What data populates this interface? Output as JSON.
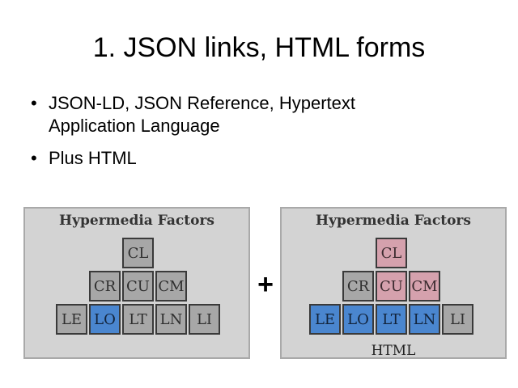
{
  "slide": {
    "title": "1. JSON links, HTML forms",
    "bullets": [
      {
        "line1": "JSON-LD, JSON Reference, Hypertext",
        "line2": "Application Language"
      },
      {
        "line1": "Plus HTML"
      }
    ]
  },
  "operator": "+",
  "panels": [
    {
      "title": "Hypermedia Factors",
      "caption": "",
      "factors": {
        "CL": {
          "label": "CL",
          "state": "gray"
        },
        "CR": {
          "label": "CR",
          "state": "gray"
        },
        "CU": {
          "label": "CU",
          "state": "gray"
        },
        "CM": {
          "label": "CM",
          "state": "gray"
        },
        "LE": {
          "label": "LE",
          "state": "gray"
        },
        "LO": {
          "label": "LO",
          "state": "blue"
        },
        "LT": {
          "label": "LT",
          "state": "gray"
        },
        "LN": {
          "label": "LN",
          "state": "gray"
        },
        "LI": {
          "label": "LI",
          "state": "gray"
        }
      }
    },
    {
      "title": "Hypermedia Factors",
      "caption": "HTML",
      "factors": {
        "CL": {
          "label": "CL",
          "state": "pink"
        },
        "CR": {
          "label": "CR",
          "state": "gray"
        },
        "CU": {
          "label": "CU",
          "state": "pink"
        },
        "CM": {
          "label": "CM",
          "state": "pink"
        },
        "LE": {
          "label": "LE",
          "state": "blue"
        },
        "LO": {
          "label": "LO",
          "state": "blue"
        },
        "LT": {
          "label": "LT",
          "state": "blue"
        },
        "LN": {
          "label": "LN",
          "state": "blue"
        },
        "LI": {
          "label": "LI",
          "state": "gray"
        }
      }
    }
  ],
  "colors": {
    "blue": "#4a86cf",
    "pink": "#d5a1ad",
    "gray": "#a7a7a7"
  }
}
